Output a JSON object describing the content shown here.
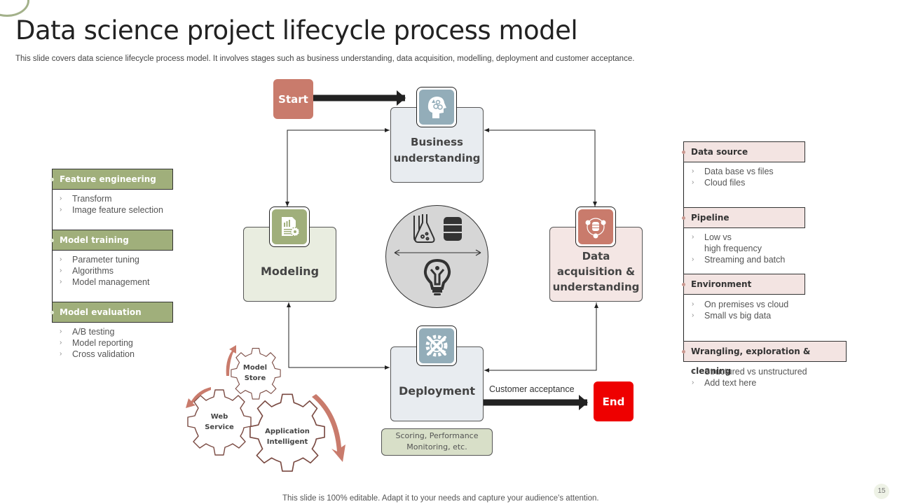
{
  "slide": {
    "title": "Data science project lifecycle process model",
    "subtitle": "This slide covers data science lifecycle process model. It involves stages such as business understanding, data acquisition, modelling, deployment and customer acceptance.",
    "footer": "This slide is 100% editable. Adapt it to your needs and capture your audience's attention.",
    "page_number": "15"
  },
  "colors": {
    "green_accent": "#a0af7b",
    "pink_header": "#f3e4e2",
    "start": "#c97b6c",
    "end": "#ee0000",
    "business_bg": "#e8ecf0",
    "modeling_bg": "#e9ede0",
    "acquisition_bg": "#f4e6e4",
    "deployment_bg": "#e8ecf0"
  },
  "flow": {
    "start_label": "Start",
    "end_label": "End",
    "customer_acceptance": "Customer acceptance"
  },
  "stages": {
    "business": {
      "line1": "Business",
      "line2": "understanding",
      "icon": "head-gears-icon"
    },
    "modeling": {
      "line1": "Modeling",
      "icon": "report-gear-icon"
    },
    "acquisition": {
      "line1": "Data",
      "line2": "acquisition &",
      "line3": "understanding",
      "icon": "database-network-icon"
    },
    "deployment": {
      "line1": "Deployment",
      "icon": "tools-gear-icon",
      "note_line1": "Scoring, Performance",
      "note_line2": "Monitoring, etc."
    }
  },
  "center": {
    "icons": [
      "flask-icon",
      "database-icon",
      "bidirectional-arrow-icon",
      "lightbulb-person-icon"
    ]
  },
  "gears": {
    "model_store": {
      "line1": "Model",
      "line2": "Store"
    },
    "web_service": {
      "line1": "Web",
      "line2": "Service"
    },
    "app_intelligent": {
      "line1": "Application",
      "line2": "Intelligent"
    }
  },
  "left_panel": [
    {
      "header": "Feature engineering",
      "items": [
        "Transform",
        "Image feature selection"
      ]
    },
    {
      "header": "Model training",
      "items": [
        "Parameter tuning",
        "Algorithms",
        "Model management"
      ]
    },
    {
      "header": "Model evaluation",
      "items": [
        "A/B testing",
        "Model reporting",
        "Cross validation"
      ]
    }
  ],
  "right_panel": [
    {
      "header": "Data source",
      "items": [
        "Data base vs files",
        "Cloud files"
      ]
    },
    {
      "header": "Pipeline",
      "items": [
        "Low vs\nhigh frequency",
        "Streaming and batch"
      ]
    },
    {
      "header": "Environment",
      "items": [
        "On premises vs cloud",
        "Small vs big data"
      ]
    },
    {
      "header": "Wrangling, exploration & cleaning",
      "items": [
        "Structured vs unstructured",
        "Add text here"
      ]
    }
  ]
}
